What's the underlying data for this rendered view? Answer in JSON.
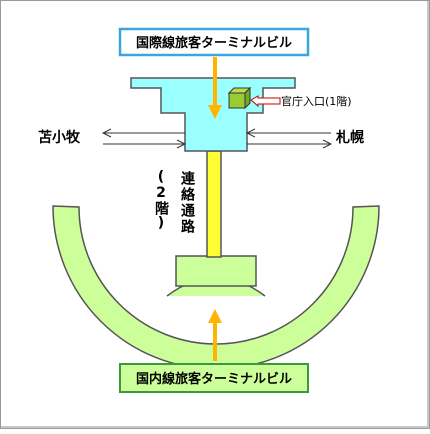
{
  "labels": {
    "international_terminal": "国際線旅客ターミナルビル",
    "domestic_terminal": "国内線旅客ターミナルビル",
    "government_entrance": "官庁入口(1階)",
    "left_direction": "苫小牧",
    "right_direction": "札幌",
    "corridor_name": "連絡通路",
    "corridor_floor": "(2階)"
  },
  "colors": {
    "international_box_border": "#3aa6dd",
    "international_building": "#99ffff",
    "domestic_building": "#ccff99",
    "domestic_box_border": "#3a9a3a",
    "corridor": "#ffff33",
    "arrow": "#ffb400",
    "government_entrance_box": "#99cc33",
    "entrance_pointer": "#cc0000"
  }
}
